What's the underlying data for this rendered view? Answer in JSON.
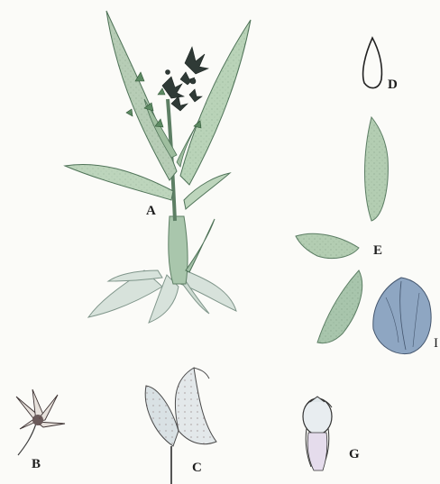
{
  "plate": {
    "labels": {
      "A": "A",
      "B": "B",
      "C": "C",
      "D": "D",
      "E": "E",
      "G": "G",
      "edge": "I"
    },
    "colors": {
      "leaf": "#b9d3b8",
      "leaf_dark": "#6f9a78",
      "flower": "#2f3a36",
      "ink": "#2a2a2a",
      "petal_blue": "#8ea6c2",
      "root": "#c9d7cf"
    }
  }
}
